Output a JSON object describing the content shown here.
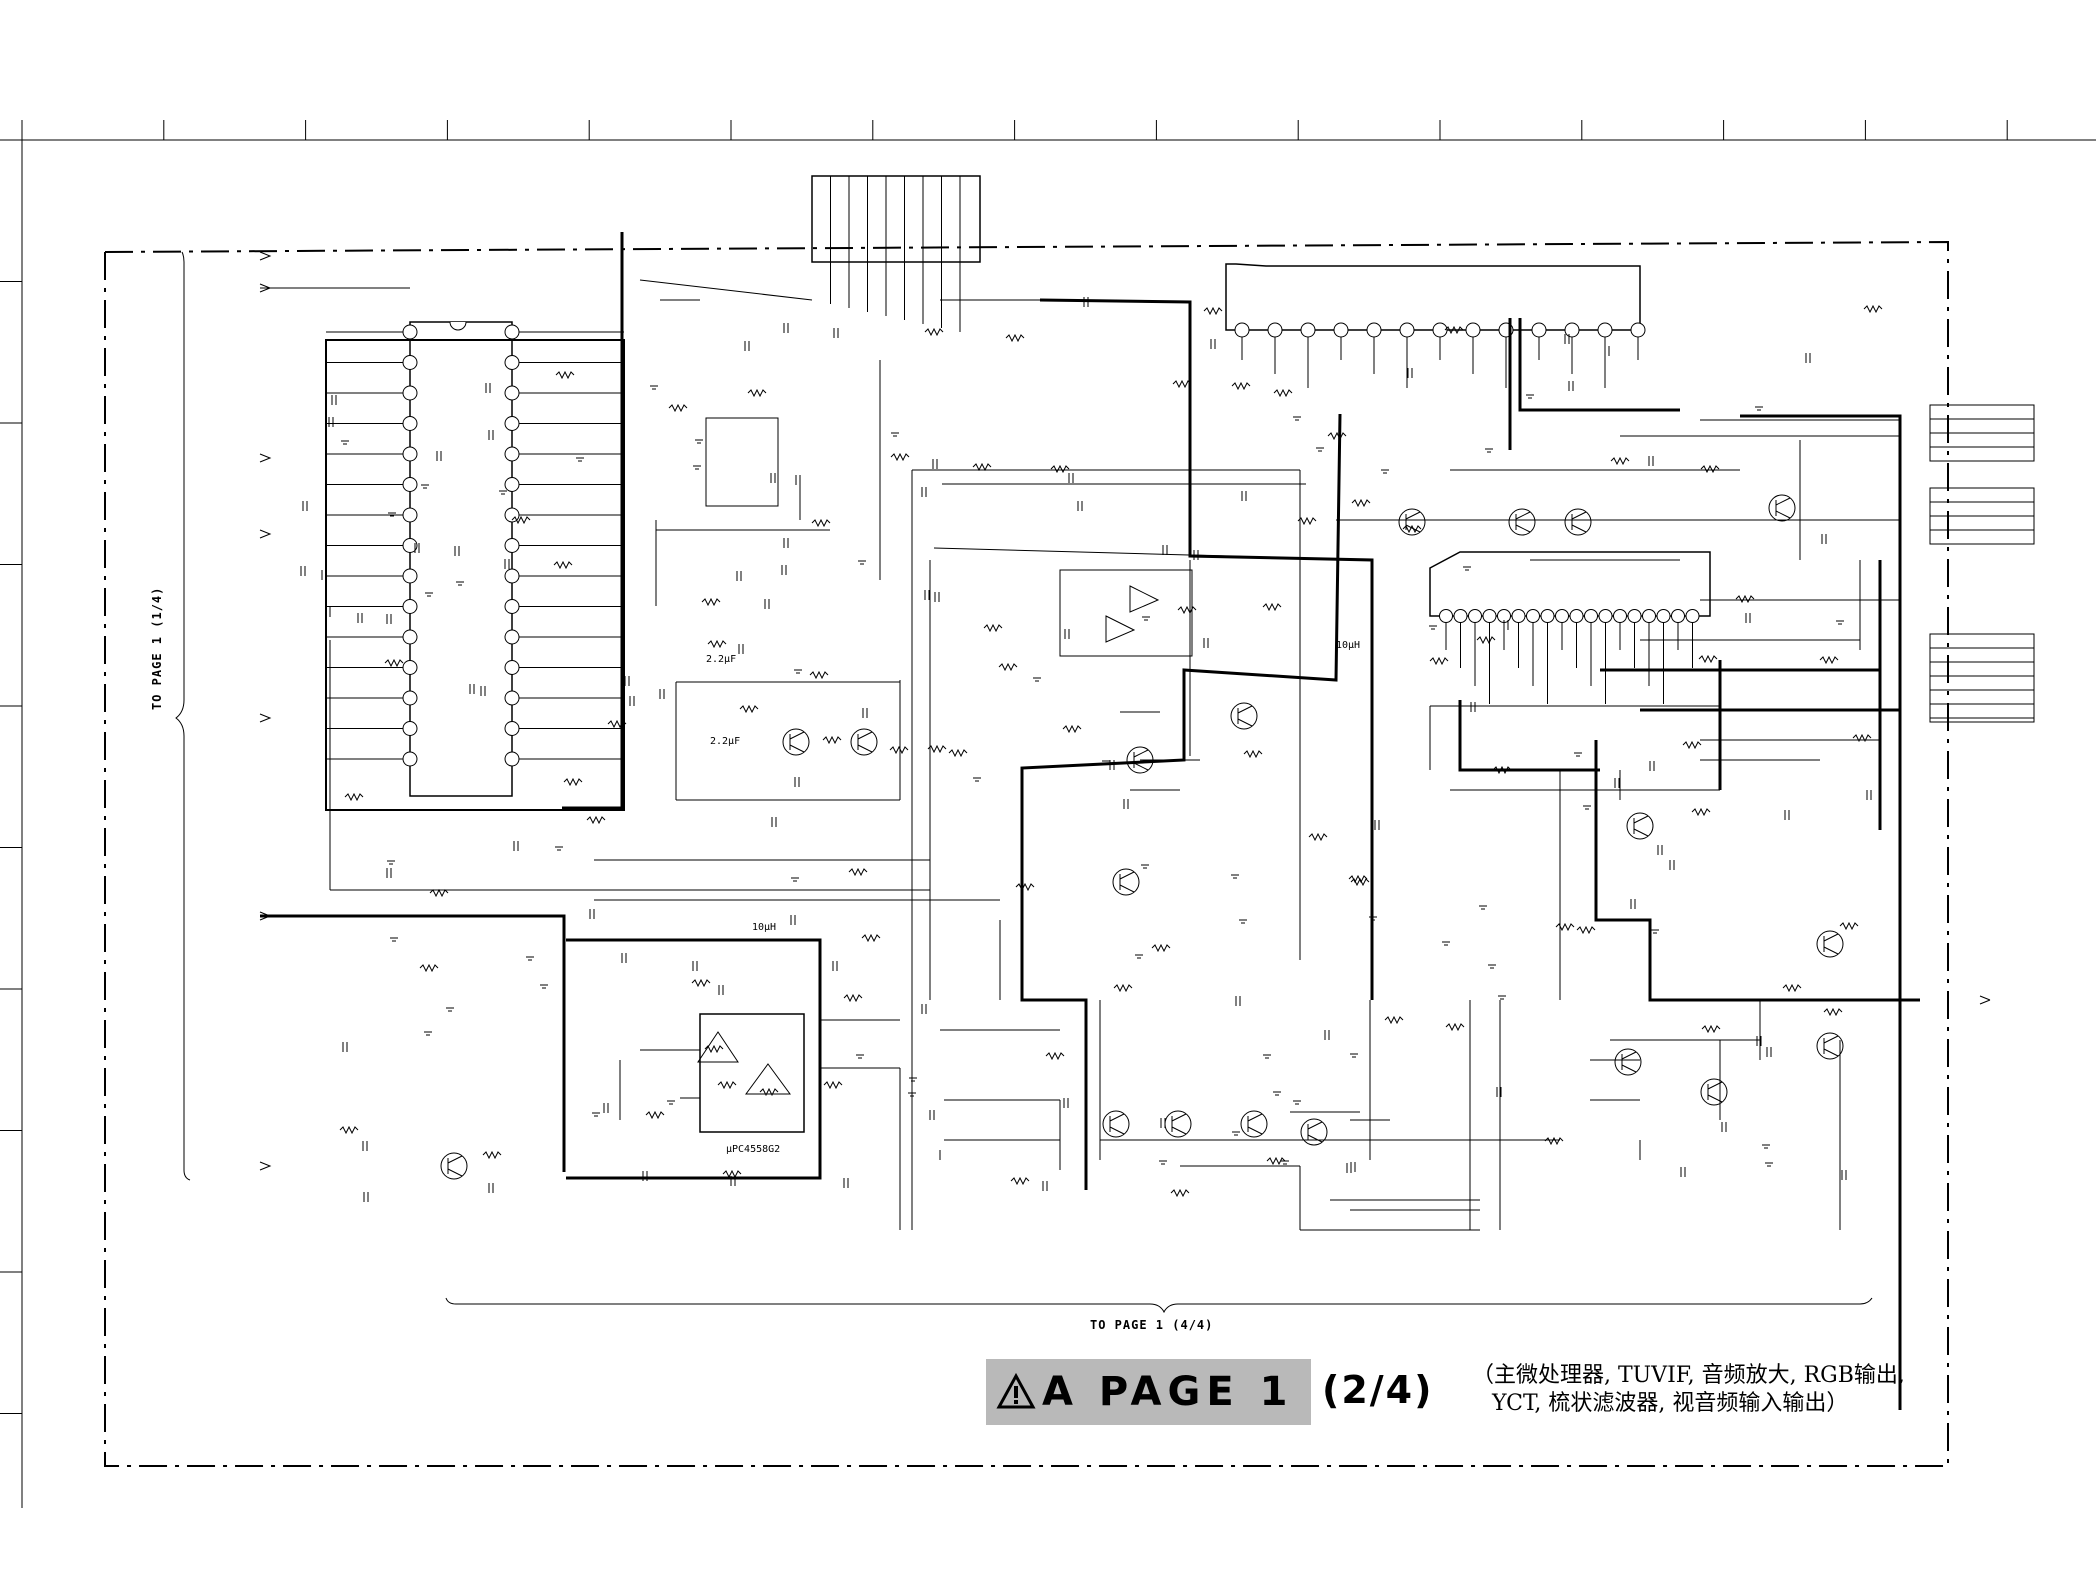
{
  "schematic": {
    "left_connector_label": "TO PAGE 1 (1/4)",
    "bottom_connector_label": "TO PAGE 1 (4/4)",
    "part_labels": {
      "cap_top": "2.2µF",
      "cap_bottom": "2.2µF",
      "inductor_left": "10µH",
      "inductor_mid": "10µH",
      "opamp": "µPC4558G2"
    }
  },
  "title_block": {
    "warning_icon": "warning-triangle-icon",
    "title": "A PAGE 1",
    "page_fraction": "(2/4)",
    "description_line1": "（主微处理器, TUVIF, 音频放大, RGB输出,",
    "description_line2": "YCT, 梳状滤波器, 视音频输入输出）"
  }
}
